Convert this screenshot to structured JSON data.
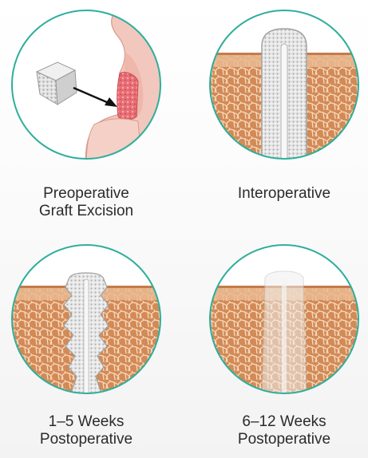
{
  "stages": [
    {
      "caption_lines": [
        "Preoperative",
        "Graft Excision"
      ]
    },
    {
      "caption_lines": [
        "Interoperative"
      ]
    },
    {
      "caption_lines": [
        "1–5 Weeks",
        "Postoperative"
      ]
    },
    {
      "caption_lines": [
        "6–12 Weeks",
        "Postoperative"
      ]
    }
  ],
  "colors": {
    "ring": "#2fae9c",
    "tissue": "#d9915c",
    "tissue_dark": "#b7663b",
    "cell_lines": "#f3d3b5",
    "dermis_top": "#e9b891",
    "graft": "#e6e6e6",
    "graft_shadow": "#b9b9b9",
    "wound_pink": "#e86e75",
    "skin_flap": "#f2c7bd"
  }
}
